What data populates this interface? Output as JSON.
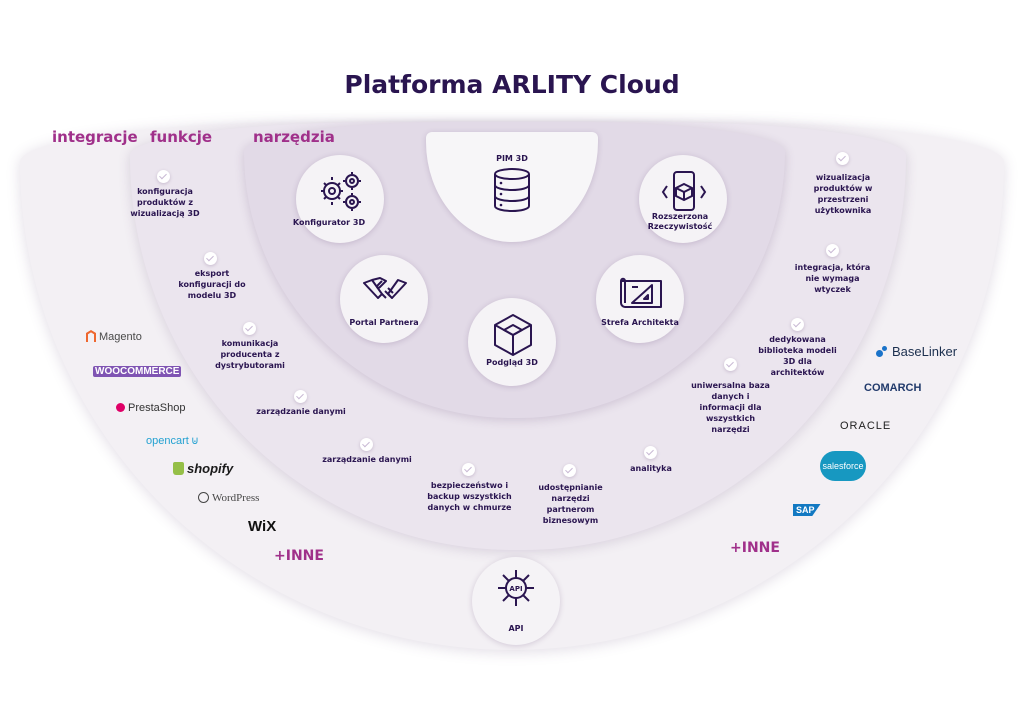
{
  "title": "Platforma ARLITY Cloud",
  "sections": {
    "integrations": "integracje",
    "functions": "funkcje",
    "tools": "narzędzia"
  },
  "pim": {
    "label": "PIM 3D",
    "icon": "database-icon"
  },
  "tools": [
    {
      "label": "Konfigurator 3D",
      "icon": "gears-icon"
    },
    {
      "label": "Rozszerzona Rzeczywistość",
      "icon": "ar-phone-icon"
    },
    {
      "label": "Portal Partnera",
      "icon": "handshake-icon"
    },
    {
      "label": "Podgląd 3D",
      "icon": "cube-icon"
    },
    {
      "label": "Strefa Architekta",
      "icon": "blueprint-icon"
    }
  ],
  "features_left": [
    "konfiguracja produktów z wizualizacją 3D",
    "eksport konfiguracji do modelu 3D",
    "komunikacja producenta z dystrybutorami",
    "zarządzanie danymi",
    "zarządzanie danymi",
    "bezpieczeństwo i backup wszystkich danych w chmurze"
  ],
  "features_right": [
    "wizualizacja produktów w przestrzeni użytkownika",
    "integracja, która nie wymaga wtyczek",
    "dedykowana biblioteka modeli 3D dla architektów",
    "uniwersalna baza danych i informacji dla wszystkich narzędzi",
    "analityka",
    "udostępnianie narzędzi partnerom biznesowym"
  ],
  "integrations_left": [
    "Magento",
    "WOOCOMMERCE",
    "PrestaShop",
    "opencart",
    "shopify",
    "WordPress",
    "WiX"
  ],
  "integrations_right": [
    "BaseLinker",
    "COMARCH",
    "ORACLE",
    "salesforce",
    "SAP"
  ],
  "more_left": "+INNE",
  "more_right": "+INNE",
  "api": {
    "label": "API",
    "icon": "api-chip-icon"
  },
  "colors": {
    "navy": "#2a1550",
    "magenta": "#a0308a",
    "ring_outer": "#f3f0f4",
    "ring_mid": "#ebe5ee",
    "ring_inner": "#e2dae7"
  }
}
